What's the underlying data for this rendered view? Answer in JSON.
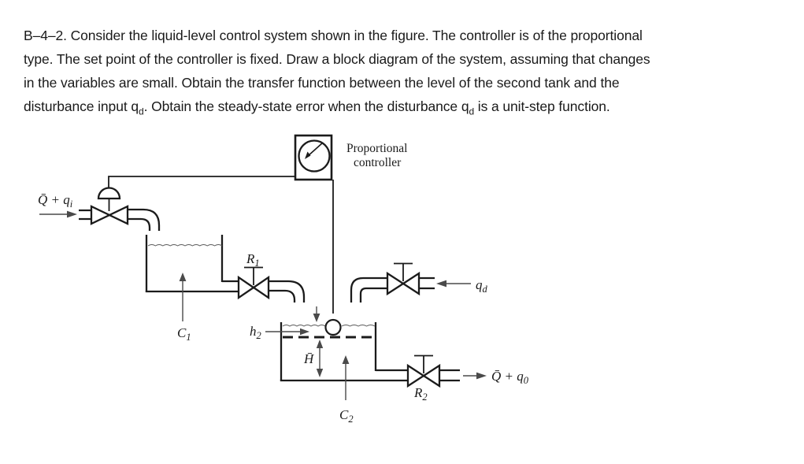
{
  "problem": {
    "line1": "B–4–2. Consider the liquid-level control system shown in the figure. The controller is of the proportional",
    "line2": "type. The set point of the controller is fixed. Draw a block diagram of the system, assuming that changes",
    "line3": "in the variables are small. Obtain the transfer function between the level of the second tank and the",
    "line4_a": "disturbance input q",
    "line4_sub1": "d",
    "line4_b": ". Obtain the steady-state error when the disturbance q",
    "line4_sub2": "d",
    "line4_c": " is a unit-step function."
  },
  "diagram": {
    "controller": {
      "line1": "Proportional",
      "line2": "controller"
    },
    "labels": {
      "inflow_base": "Q̄ + q",
      "inflow_sub": "i",
      "r1_base": "R",
      "r1_sub": "1",
      "c1_base": "C",
      "c1_sub": "1",
      "h2_base": "h",
      "h2_sub": "2",
      "hbar": "H̄",
      "c2_base": "C",
      "c2_sub": "2",
      "r2_base": "R",
      "r2_sub": "2",
      "qd_base": "q",
      "qd_sub": "d",
      "outflow_base": "Q̄ + q",
      "outflow_sub": "0"
    },
    "colors": {
      "ink": "#1b1b1b",
      "thin_arrow": "#4a4a4a",
      "background": "#ffffff"
    }
  }
}
